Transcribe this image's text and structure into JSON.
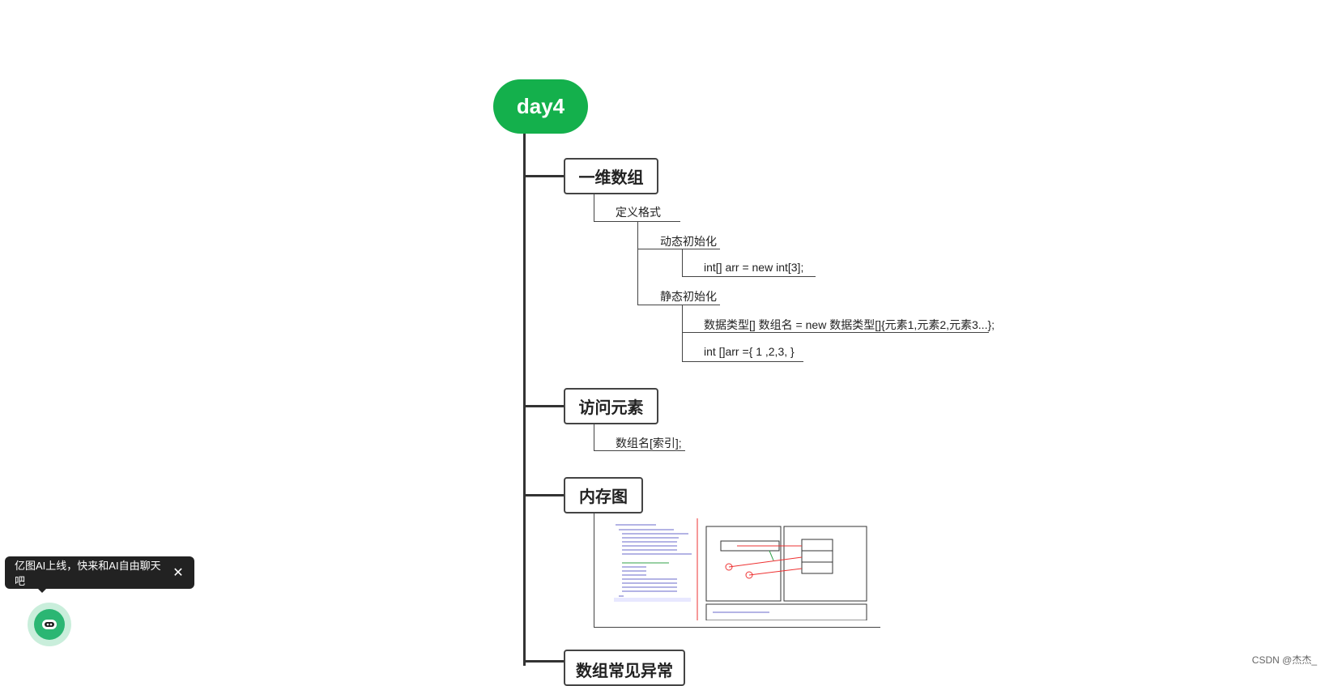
{
  "mindmap": {
    "root": "day4",
    "sections": [
      {
        "title": "一维数组",
        "children": {
          "define": "定义格式",
          "dynamic": "动态初始化",
          "dynamic_code": "int[] arr = new int[3];",
          "static": "静态初始化",
          "static_code1": "数据类型[] 数组名 = new 数据类型[]{元素1,元素2,元素3...};",
          "static_code2": "int []arr ={ 1 ,2,3, }"
        }
      },
      {
        "title": "访问元素",
        "children": {
          "access": "数组名[索引];"
        }
      },
      {
        "title": "内存图"
      },
      {
        "title": "数组常见异常"
      }
    ]
  },
  "assistant": {
    "message": "亿图AI上线，快来和AI自由聊天吧",
    "close_icon": "close-icon",
    "bot_icon": "robot-icon"
  },
  "watermark": "CSDN @杰杰_",
  "colors": {
    "root": "#14b04c",
    "line": "#333333"
  }
}
